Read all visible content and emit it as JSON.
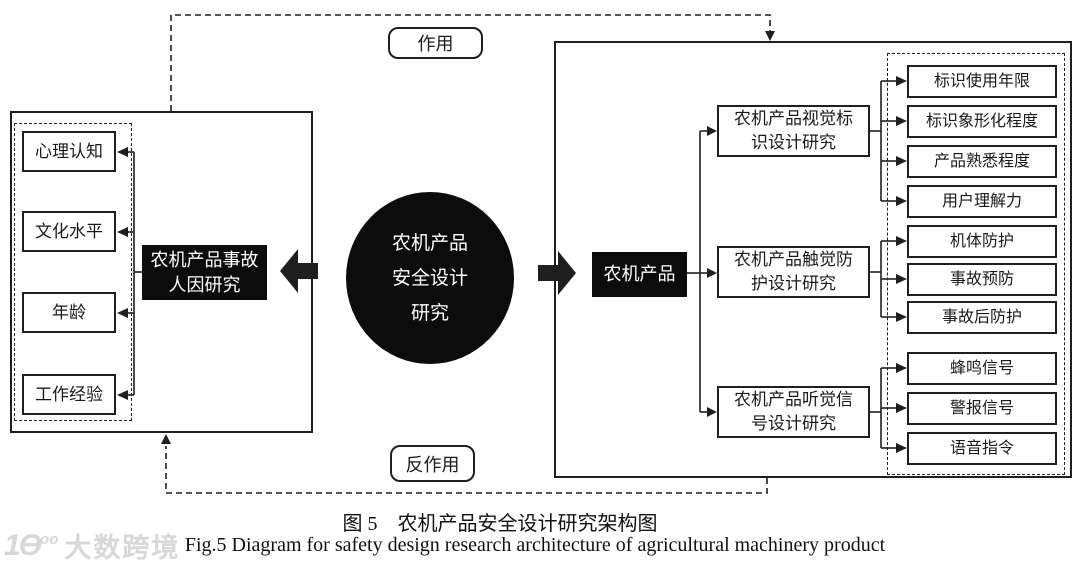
{
  "colors": {
    "ink": "#1f1f1f",
    "fill_black": "#0c0c0c",
    "watermark_gray": "#d8d8d8"
  },
  "diagram": {
    "center_circle": {
      "lines": [
        "农机产品",
        "安全设计",
        "研究"
      ]
    },
    "top_label": "作用",
    "bottom_label": "反作用",
    "left": {
      "hub_lines": [
        "农机产品事故",
        "人因研究"
      ],
      "factors": [
        "心理认知",
        "文化水平",
        "年龄",
        "工作经验"
      ]
    },
    "right": {
      "hub": "农机产品",
      "branches": [
        {
          "label_lines": [
            "农机产品视觉标",
            "识设计研究"
          ],
          "leaves": [
            "标识使用年限",
            "标识象形化程度",
            "产品熟悉程度",
            "用户理解力"
          ]
        },
        {
          "label_lines": [
            "农机产品触觉防",
            "护设计研究"
          ],
          "leaves": [
            "机体防护",
            "事故预防",
            "事故后防护"
          ]
        },
        {
          "label_lines": [
            "农机产品听觉信",
            "号设计研究"
          ],
          "leaves": [
            "蜂鸣信号",
            "警报信号",
            "语音指令"
          ]
        }
      ]
    }
  },
  "caption": {
    "zh": "图 5　农机产品安全设计研究架构图",
    "en": "Fig.5 Diagram for safety design research architecture of agricultural machinery product"
  },
  "watermark": {
    "logo_main": "1Ɵ",
    "logo_sup": "oo",
    "text": "大数跨境"
  }
}
